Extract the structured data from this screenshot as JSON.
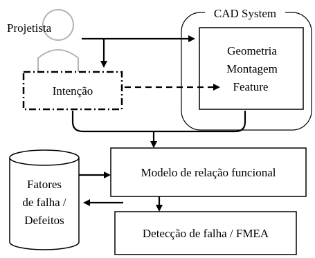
{
  "actor": {
    "label": "Projetista",
    "icon": "person-icon"
  },
  "cad_system": {
    "title": "CAD System",
    "items": [
      "Geometria",
      "Montagem",
      "Feature"
    ]
  },
  "intent": {
    "label": "Intenção"
  },
  "functional_model": {
    "label": "Modelo de relação funcional"
  },
  "failure_factors": {
    "line1": "Fatores",
    "line2": "de falha /",
    "line3": "Defeitos",
    "icon": "database-icon"
  },
  "failure_detection": {
    "label": "Detecção de falha / FMEA"
  }
}
